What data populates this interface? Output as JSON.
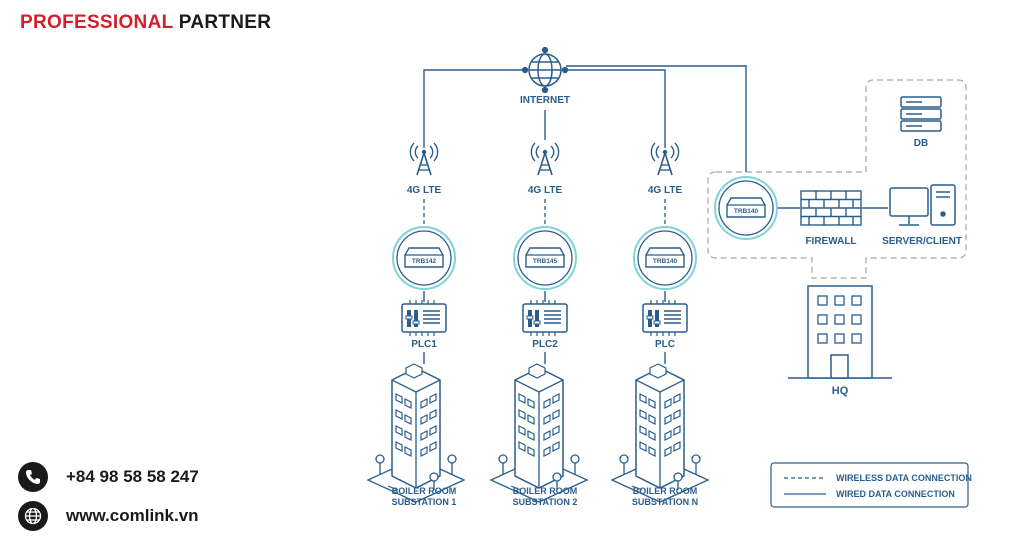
{
  "brand": {
    "part1": "PROFESSIONAL",
    "part2": "PARTNER",
    "color": "#d2202a"
  },
  "contact": {
    "phone": "+84 98 58 58 247",
    "website": "www.comlink.vn"
  },
  "diagram": {
    "internet": "INTERNET",
    "stations": [
      {
        "lte": "4G LTE",
        "router": "TRB142",
        "plc": "PLC1",
        "site1": "BOILER ROOM",
        "site2": "SUBSTATION 1"
      },
      {
        "lte": "4G LTE",
        "router": "TRB145",
        "plc": "PLC2",
        "site1": "BOILER ROOM",
        "site2": "SUBSTATION 2"
      },
      {
        "lte": "4G LTE",
        "router": "TRB140",
        "plc": "PLC",
        "site1": "BOILER ROOM",
        "site2": "SUBSTATION N"
      }
    ],
    "hq_router": "TRB140",
    "firewall": "FIREWALL",
    "server": "SERVER/CLIENT",
    "db": "DB",
    "hq": "HQ",
    "legend": {
      "wireless": "WIRELESS DATA CONNECTION",
      "wired": "WIRED DATA CONNECTION"
    },
    "line_color": "#2a5d8e",
    "ring_color": "#7fd3d8"
  }
}
